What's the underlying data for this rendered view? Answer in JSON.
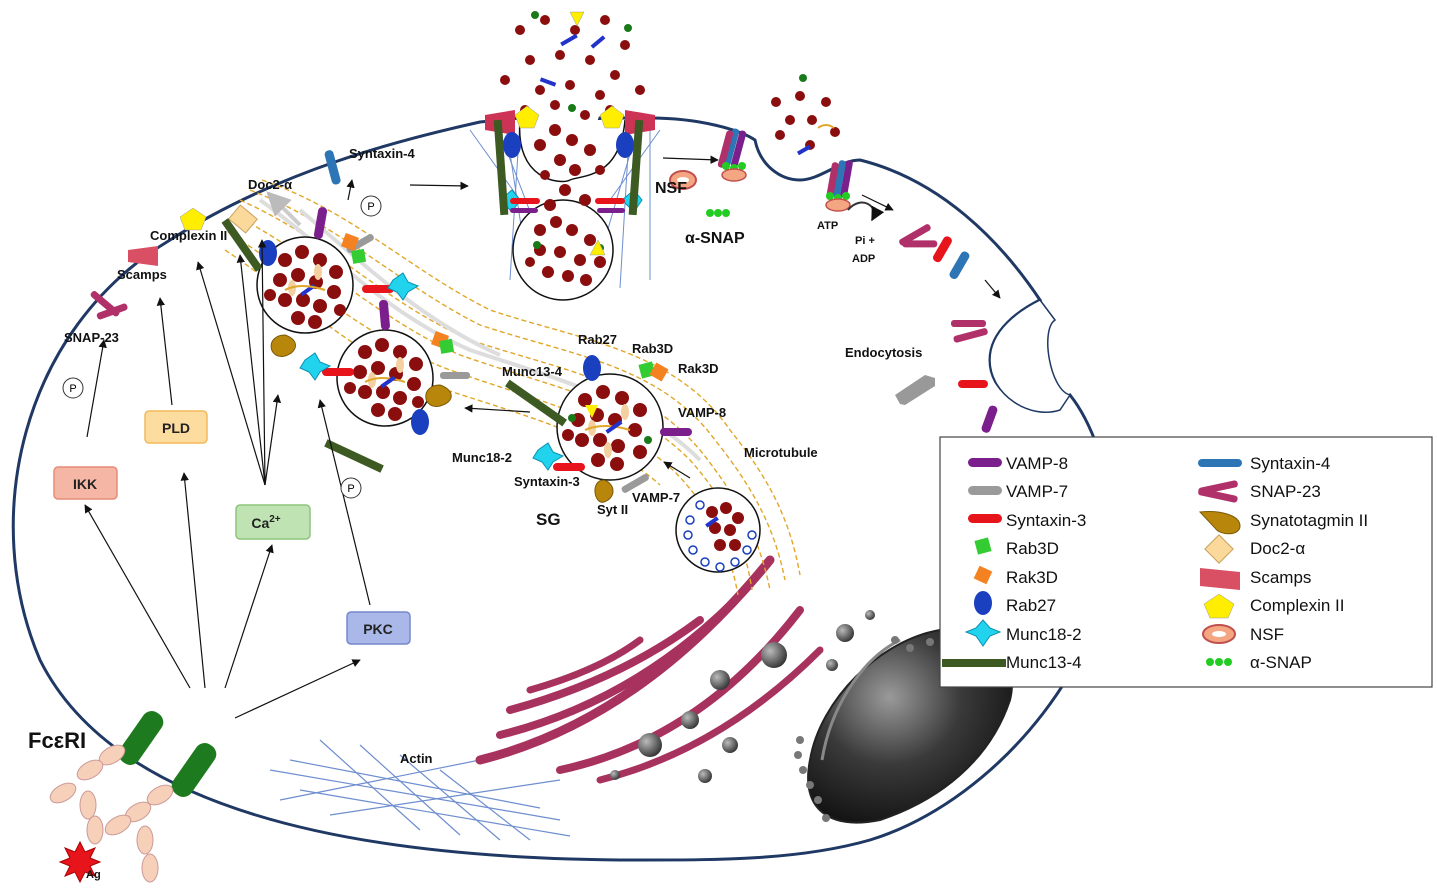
{
  "labels": {
    "syntaxin4": "Syntaxin-4",
    "doc2a": "Doc2-α",
    "complexin": "Complexin II",
    "scamps": "Scamps",
    "snap23": "SNAP-23",
    "p": "P",
    "ikk": "IKK",
    "pld": "PLD",
    "ca": "Ca",
    "ca_sup": "2+",
    "pkc": "PKC",
    "fceri": "FcεRI",
    "ag": "Ag",
    "nsf": "NSF",
    "asnap": "α-SNAP",
    "atp": "ATP",
    "pi": "Pi +",
    "adp": "ADP",
    "endocytosis": "Endocytosis",
    "rab27": "Rab27",
    "rab3d": "Rab3D",
    "rak3d": "Rak3D",
    "munc13": "Munc13-4",
    "vamp8": "VAMP-8",
    "munc18": "Munc18-2",
    "syntaxin3": "Syntaxin-3",
    "vamp7": "VAMP-7",
    "sytii": "Syt II",
    "sg": "SG",
    "microtubule": "Microtubule",
    "actin": "Actin"
  },
  "legend": {
    "items": [
      {
        "label": "VAMP-8",
        "icon": "vamp8-icon",
        "color": "#7b1f8c"
      },
      {
        "label": "VAMP-7",
        "icon": "vamp7-icon",
        "color": "#9a9a9a"
      },
      {
        "label": "Syntaxin-3",
        "icon": "syntaxin3-icon",
        "color": "#e8141c"
      },
      {
        "label": "Rab3D",
        "icon": "rab3d-icon",
        "color": "#33cc33"
      },
      {
        "label": "Rak3D",
        "icon": "rak3d-icon",
        "color": "#f58220"
      },
      {
        "label": "Rab27",
        "icon": "rab27-icon",
        "color": "#1a3fbf"
      },
      {
        "label": "Munc18-2",
        "icon": "munc18-icon",
        "color": "#22d3ee"
      },
      {
        "label": "Munc13-4",
        "icon": "munc13-icon",
        "color": "#3d5a22"
      },
      {
        "label": "Syntaxin-4",
        "icon": "syntaxin4-icon",
        "color": "#2e75b6"
      },
      {
        "label": "SNAP-23",
        "icon": "snap23-icon",
        "color": "#b0306a"
      },
      {
        "label": "Synatotagmin II",
        "icon": "synaptotagmin-icon",
        "color": "#b8860b"
      },
      {
        "label": "Doc2-α",
        "icon": "doc2a-icon",
        "color": "#fbd99a"
      },
      {
        "label": "Scamps",
        "icon": "scamps-icon",
        "color": "#d94f64"
      },
      {
        "label": "Complexin II",
        "icon": "complexin-icon",
        "color": "#ffee00"
      },
      {
        "label": "NSF",
        "icon": "nsf-icon",
        "color": "#f4a582"
      },
      {
        "label": "α-SNAP",
        "icon": "asnap-icon",
        "color": "#22cc22"
      }
    ]
  }
}
